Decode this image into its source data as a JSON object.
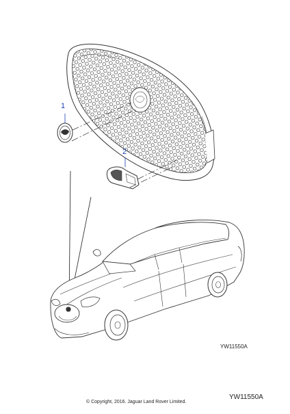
{
  "callouts": [
    {
      "label": "1"
    },
    {
      "label": "2"
    }
  ],
  "illustration_code_small": "YW11550A",
  "illustration_code_large": "YW11550A",
  "copyright": "© Copyright, 2016. Jaguar Land Rover Limited.",
  "colors": {
    "line": "#333333",
    "callout": "#1a3fb0",
    "background": "#ffffff"
  }
}
